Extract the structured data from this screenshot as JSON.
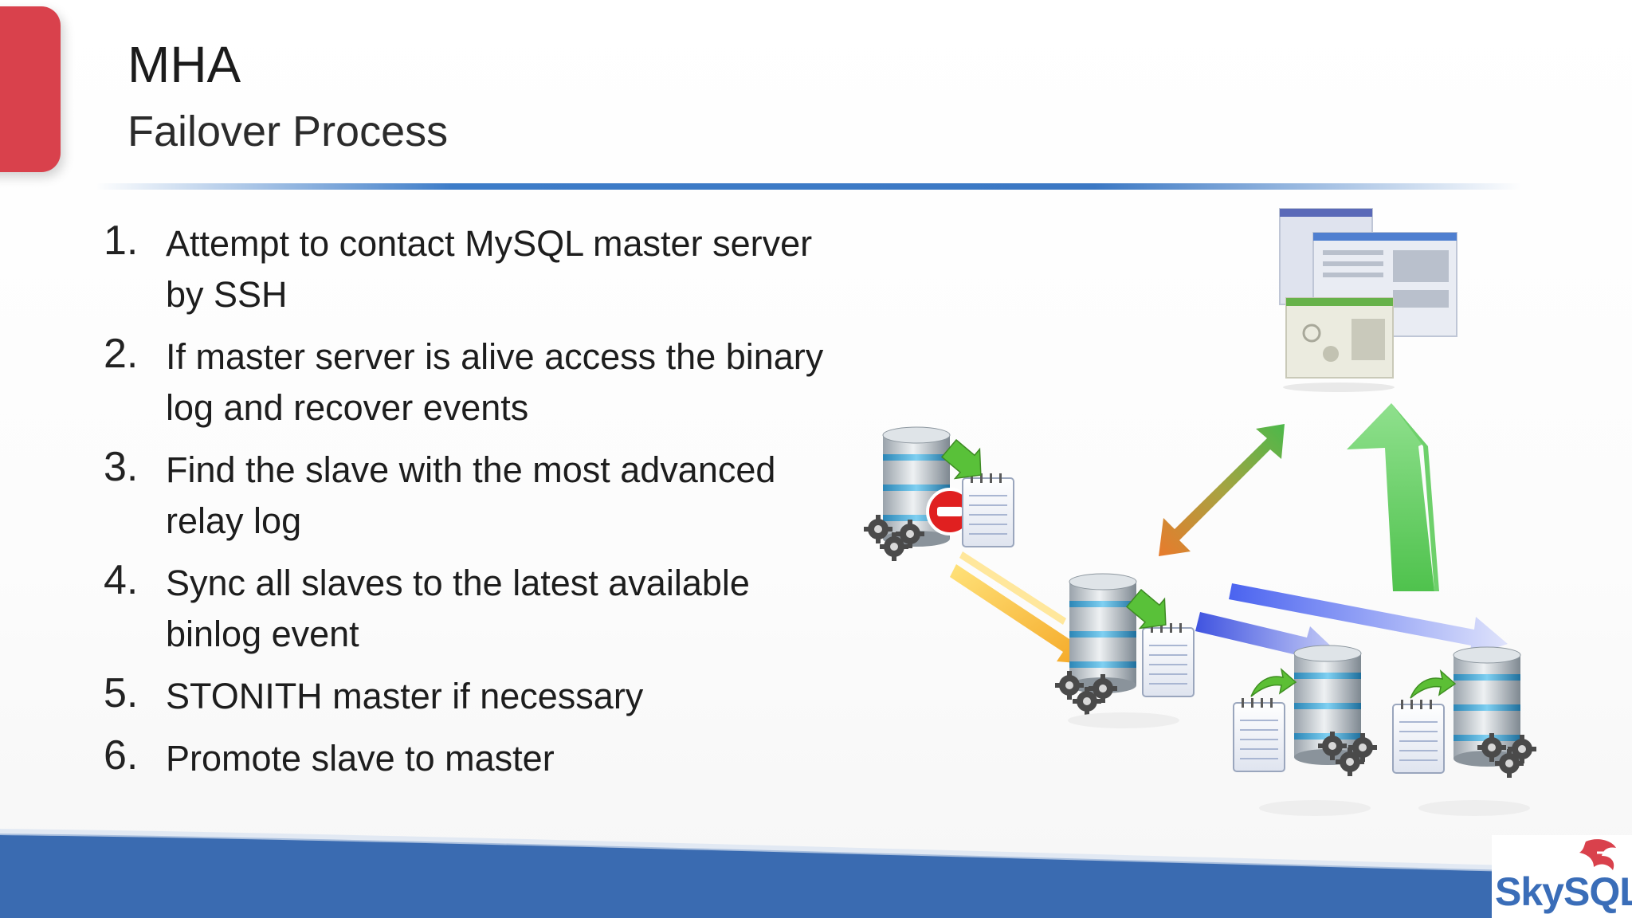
{
  "slide": {
    "title": "MHA",
    "subtitle": "Failover Process"
  },
  "steps": [
    {
      "number": "1.",
      "lines": [
        "Attempt to contact MySQL master server",
        "by SSH"
      ]
    },
    {
      "number": "2.",
      "lines": [
        "If master server is alive access the binary",
        "log and recover events"
      ]
    },
    {
      "number": "3.",
      "lines": [
        "Find the slave with the most advanced",
        "relay log"
      ]
    },
    {
      "number": "4.",
      "lines": [
        "Sync all slaves to the latest available",
        "binlog event"
      ]
    },
    {
      "number": "5.",
      "lines": [
        "STONITH master if necessary"
      ]
    },
    {
      "number": "6.",
      "lines": [
        "Promote slave to master"
      ]
    }
  ],
  "logo": {
    "sky": "Sky",
    "sql": "SQL"
  },
  "colors": {
    "accent_red": "#d9414c",
    "rule_blue": "#3d7cc8",
    "footer_blue": "#3a6bb1",
    "logo_blue": "#3a6db8"
  }
}
